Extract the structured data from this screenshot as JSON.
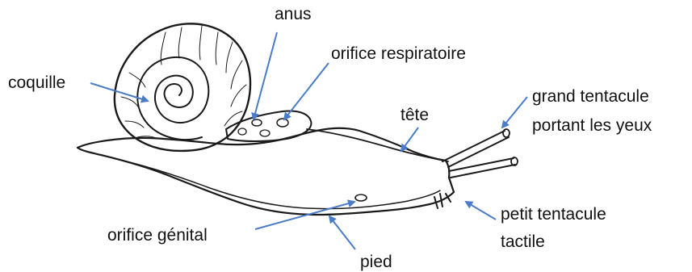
{
  "labels": {
    "anus": "anus",
    "orifice_respiratoire": "orifice respiratoire",
    "coquille": "coquille",
    "tete": "tête",
    "grand_tentacule_line1": "grand tentacule",
    "grand_tentacule_line2": "portant les yeux",
    "petit_tentacule_line1": "petit tentacule",
    "petit_tentacule_line2": "tactile",
    "orifice_genital": "orifice génital",
    "pied": "pied"
  },
  "colors": {
    "arrow": "#4a7cc7",
    "ink": "#1a1a1a",
    "text": "#111111"
  }
}
